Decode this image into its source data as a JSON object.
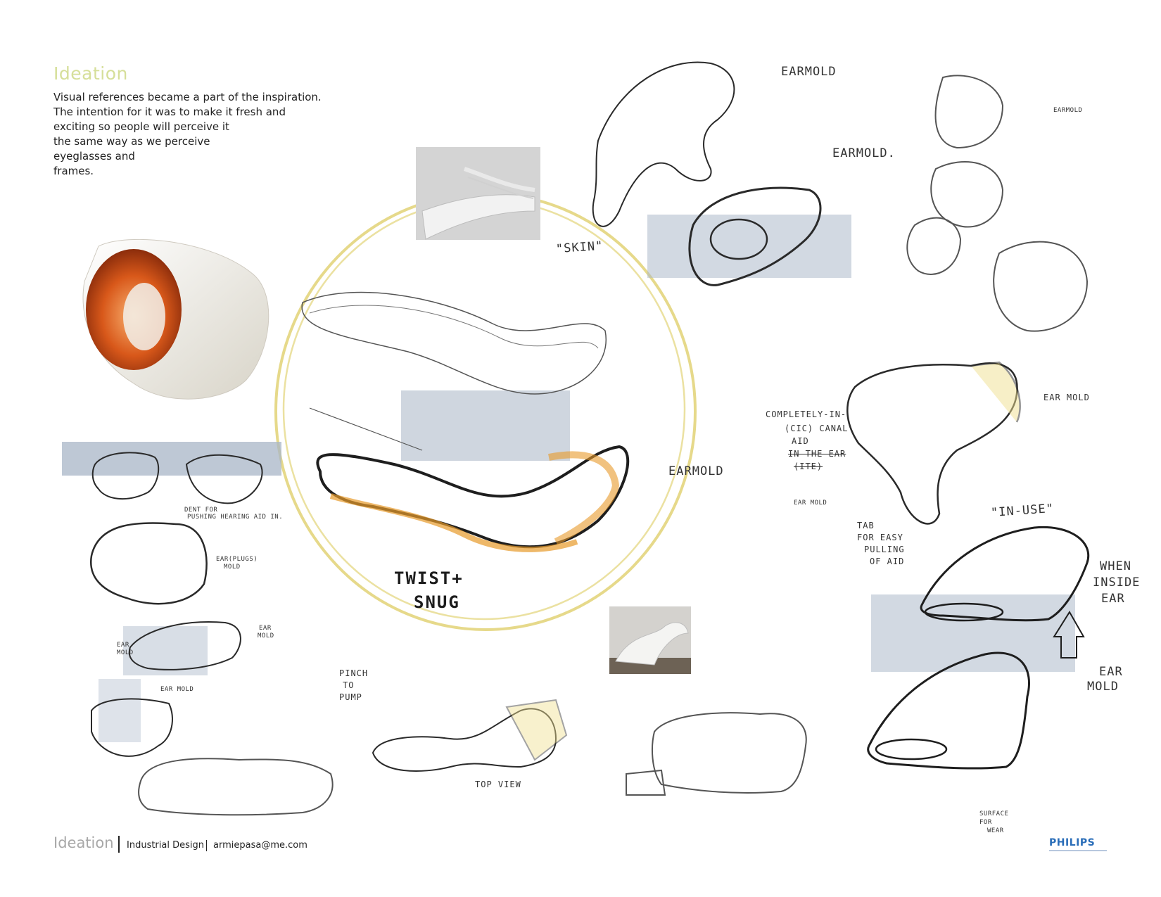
{
  "header": {
    "title": "Ideation",
    "intro_lines": [
      "Visual references became a part of the inspiration.",
      "The intention for it was to make it fresh and",
      "exciting so people will perceive it",
      "the same way as we perceive",
      "eyeglasses and",
      "frames."
    ]
  },
  "annotations": {
    "skin": "\"SKIN\"",
    "twist_1": "TWIST+",
    "twist_2": "SNUG",
    "earmold_center": "EARMOLD",
    "earmold_top": "EARMOLD",
    "earmold_mid": "EARMOLD.",
    "earmold_right_small": "EARMOLD",
    "ear_mold_right": "EAR MOLD",
    "ear_mold_lower": "EAR MOLD",
    "cic_1": "COMPLETELY-IN-",
    "cic_2": "(CIC) CANAL",
    "cic_3": "AID",
    "cic_4": "IN THE EAR",
    "cic_5": "(ITE)",
    "tab_1": "TAB",
    "tab_2": "FOR EASY",
    "tab_3": "PULLING",
    "tab_4": "OF AID",
    "in_use": "\"IN-USE\"",
    "when_1": "WHEN",
    "when_2": "INSIDE",
    "when_3": "EAR",
    "ear_big_1": "EAR",
    "ear_big_2": "MOLD",
    "pinch_1": "PINCH",
    "pinch_2": "TO",
    "pinch_3": "PUMP",
    "top_view": "TOP VIEW",
    "surface_1": "SURFACE",
    "surface_2": "FOR",
    "surface_3": "WEAR",
    "dent_1": "DENT FOR",
    "dent_2": "PUSHING HEARING AID IN.",
    "earplugs_1": "EAR(PLUGS)",
    "earplugs_2": "MOLD",
    "ear_mold_left_1": "EAR",
    "ear_mold_left_2": "MOLD",
    "ear_left_1": "EAR",
    "ear_left_2": "MOLD",
    "earmold_small_left": "EAR MOLD"
  },
  "footer": {
    "section": "Ideation",
    "department": "Industrial Design",
    "email": "armiepasa@me.com",
    "brand": "PHILIPS"
  },
  "colors": {
    "title_green": "#d6df9a",
    "ring_yellow": "#e6d98a",
    "marker_blue": "#a9b6c7",
    "orange_fill": "#e79a2a",
    "brand_blue": "#2a6db8"
  }
}
